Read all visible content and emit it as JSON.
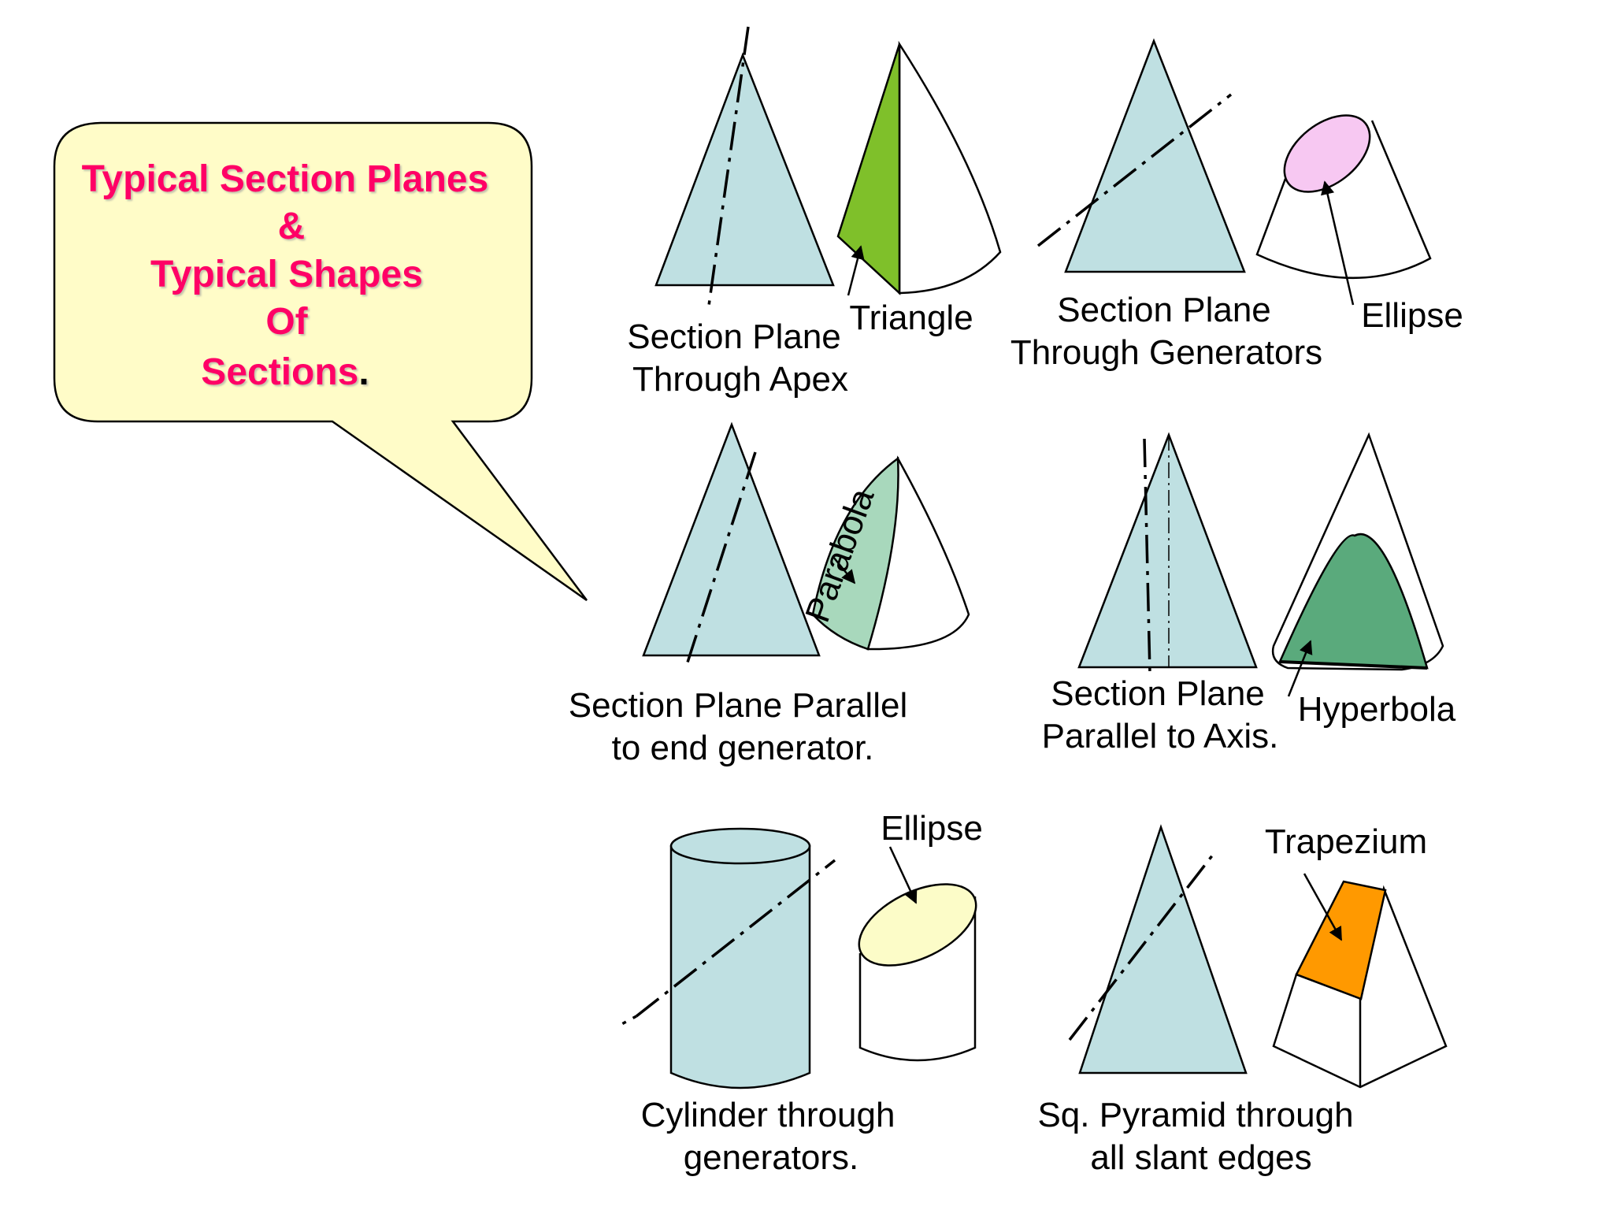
{
  "callout": {
    "line1": "Typical Section Planes",
    "line2": "&",
    "line3": "Typical Shapes",
    "line4": "Of",
    "line5": "Sections",
    "period": "."
  },
  "colors": {
    "solid_fill": "#bfe0e2",
    "callout_fill": "#fffcc8",
    "title_text": "#ff0066",
    "triangle_fill": "#7fc02a",
    "ellipse_top_fill": "#f7c8f2",
    "parabola_fill": "#a8d8bc",
    "hyperbola_fill": "#5aaa7c",
    "cylinder_ellipse_fill": "#fcfcc8",
    "trapezium_fill": "#ff9900"
  },
  "panels": {
    "apex": {
      "caption1": "Section Plane",
      "caption2": "Through Apex",
      "shape_label": "Triangle"
    },
    "generators": {
      "caption1": "Section Plane",
      "caption2": "Through Generators",
      "shape_label": "Ellipse"
    },
    "end_generator": {
      "caption1": "Section Plane Parallel",
      "caption2": "to end generator.",
      "shape_label": "Parabola"
    },
    "axis": {
      "caption1": "Section Plane",
      "caption2": "Parallel to Axis.",
      "shape_label": "Hyperbola"
    },
    "cylinder": {
      "caption1": "Cylinder through",
      "caption2": "generators.",
      "shape_label": "Ellipse"
    },
    "pyramid": {
      "caption1": "Sq. Pyramid through",
      "caption2": "all slant edges",
      "shape_label": "Trapezium"
    }
  }
}
